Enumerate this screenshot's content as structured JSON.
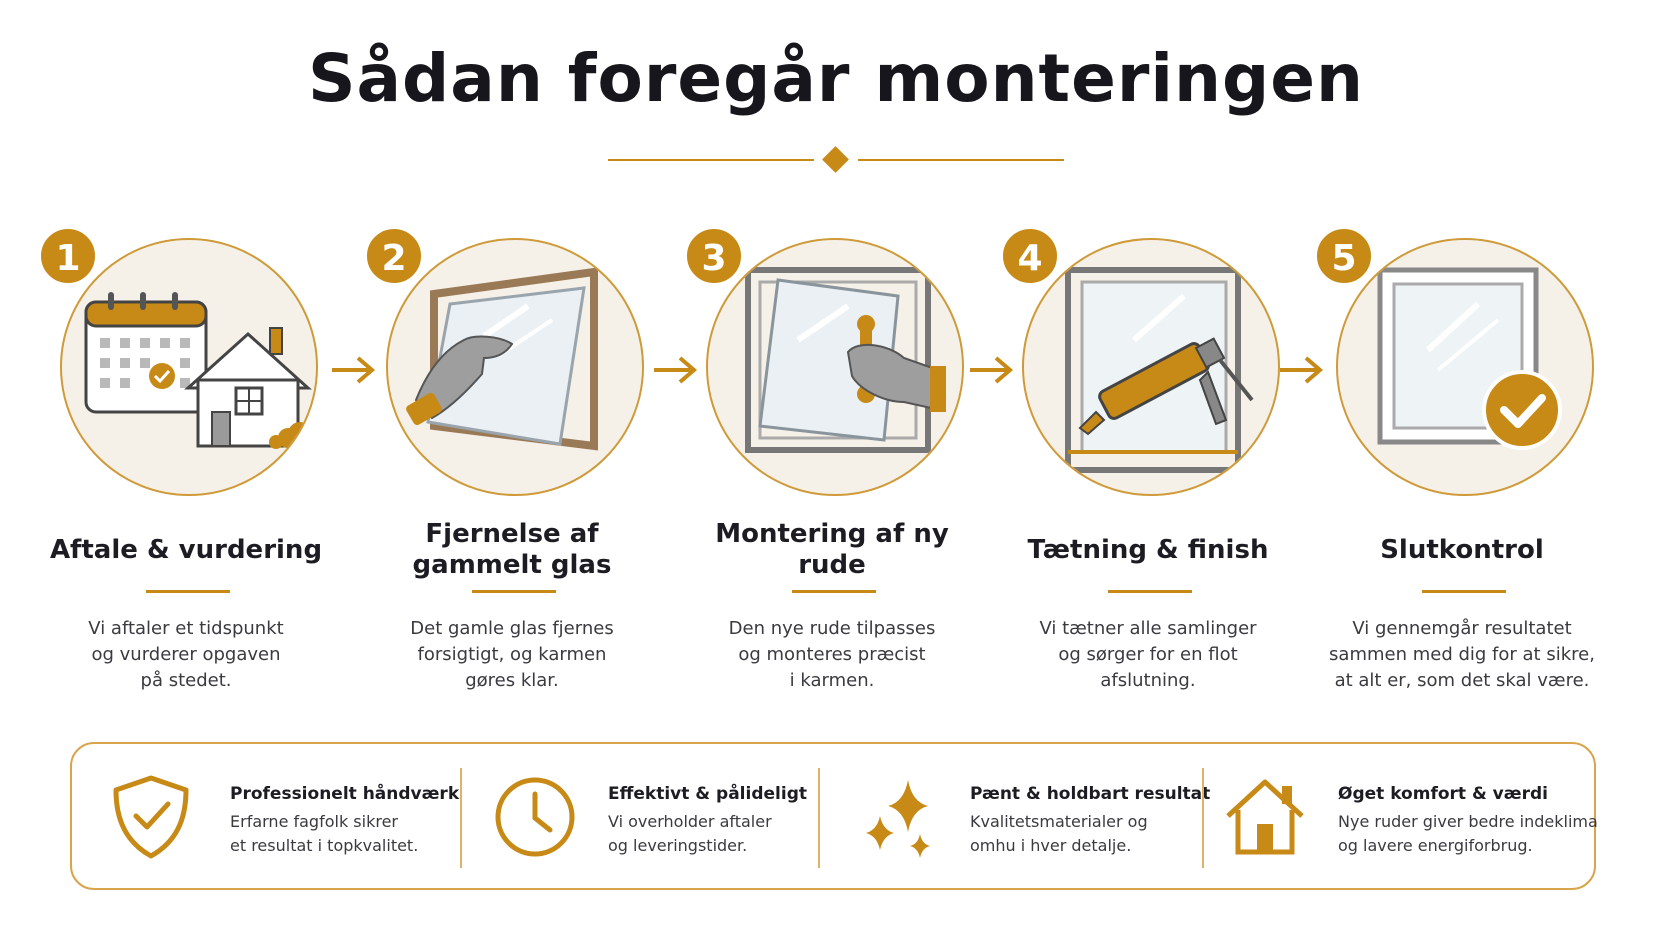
{
  "title": "Sådan foregår monteringen",
  "steps": [
    {
      "number": "1",
      "title": "Aftale & vurdering",
      "desc": [
        "Vi aftaler et tidspunkt",
        "og vurderer opgaven",
        "på stedet."
      ]
    },
    {
      "number": "2",
      "title": "Fjernelse af gammelt glas",
      "desc": [
        "Det gamle glas fjernes",
        "forsigtigt, og karmen",
        "gøres klar."
      ]
    },
    {
      "number": "3",
      "title": "Montering af ny rude",
      "desc": [
        "Den nye rude tilpasses",
        "og monteres præcist",
        "i karmen."
      ]
    },
    {
      "number": "4",
      "title": "Tætning & finish",
      "desc": [
        "Vi tætner alle samlinger",
        "og sørger for en flot",
        "afslutning."
      ]
    },
    {
      "number": "5",
      "title": "Slutkontrol",
      "desc": [
        "Vi gennemgår resultatet",
        "sammen med dig for at sikre,",
        "at alt er, som det skal være."
      ]
    }
  ],
  "benefits": [
    {
      "icon": "shield-check-icon",
      "title": "Professionelt håndværk",
      "desc": [
        "Erfarne fagfolk sikrer",
        "et resultat i topkvalitet."
      ]
    },
    {
      "icon": "clock-icon",
      "title": "Effektivt & pålideligt",
      "desc": [
        "Vi overholder aftaler",
        "og leveringstider."
      ]
    },
    {
      "icon": "sparkles-icon",
      "title": "Pænt & holdbart resultat",
      "desc": [
        "Kvalitetsmaterialer og",
        "omhu i hver detalje."
      ]
    },
    {
      "icon": "house-icon",
      "title": "Øget komfort & værdi",
      "desc": [
        "Nye ruder giver bedre indeklima",
        "og lavere energiforbrug."
      ]
    }
  ],
  "colors": {
    "accent": "#c88a16",
    "circle_bg": "#f6f1e8",
    "text": "#1c1c22"
  }
}
